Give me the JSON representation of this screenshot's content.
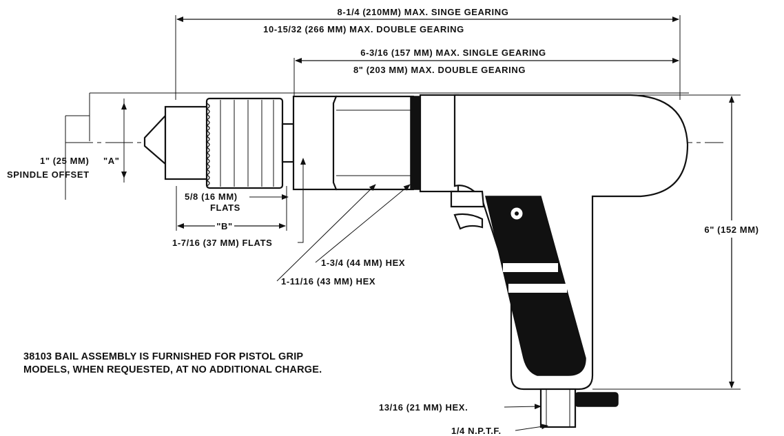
{
  "dimensions": {
    "top_single": "8-1/4 (210MM) MAX. SINGE GEARING",
    "top_double": "10-15/32 (266 MM) MAX. DOUBLE GEARING",
    "mid_single": "6-3/16 (157 MM) MAX. SINGLE GEARING",
    "mid_double": "8\" (203 MM) MAX. DOUBLE GEARING",
    "spindle_offset_value": "1\" (25 MM)",
    "spindle_offset_a": "\"A\"",
    "spindle_offset_label": "SPINDLE OFFSET",
    "flats_small_value": "5/8 (16 MM)",
    "flats_small_label": "FLATS",
    "dim_b": "\"B\"",
    "flats_large": "1-7/16 (37 MM) FLATS",
    "hex_large": "1-3/4 (44 MM) HEX",
    "hex_small": "1-11/16 (43 MM) HEX",
    "height": "6\" (152 MM)",
    "hex_inlet": "13/16 (21 MM) HEX.",
    "nptf": "1/4 N.P.T.F."
  },
  "note": {
    "line1": "38103 BAIL ASSEMBLY IS FURNISHED FOR PISTOL GRIP",
    "line2": "MODELS, WHEN REQUESTED, AT NO ADDITIONAL CHARGE."
  }
}
